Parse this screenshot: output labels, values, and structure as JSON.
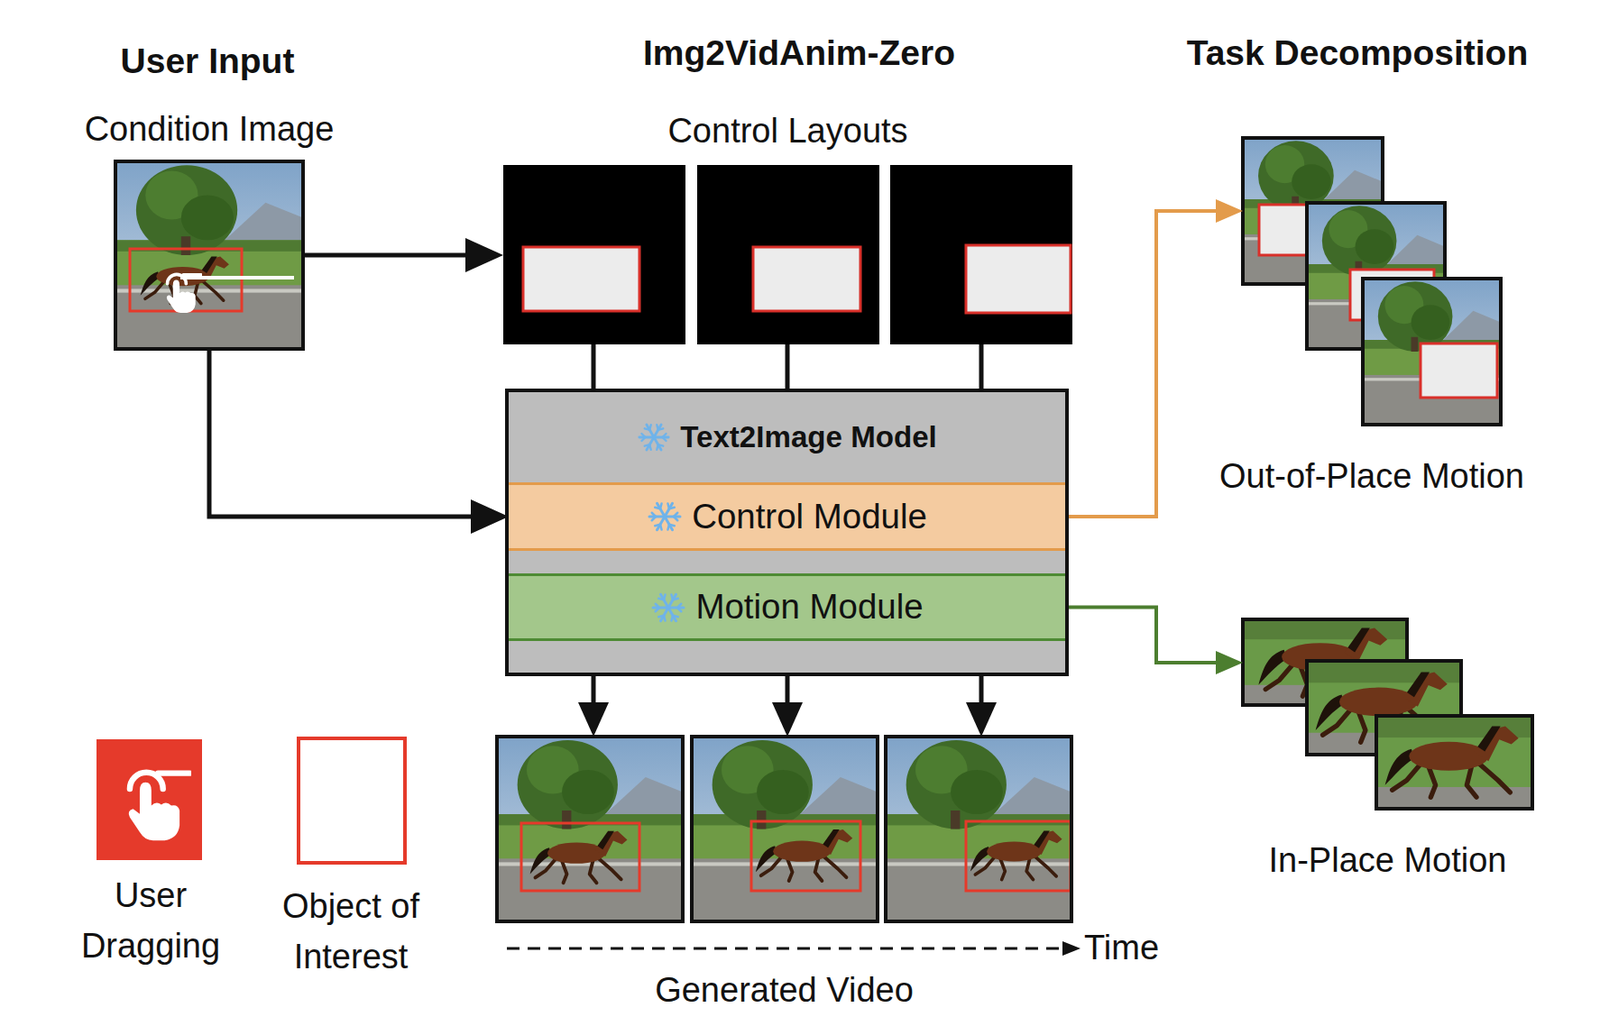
{
  "diagram": {
    "nodes": [
      {
        "text": [
          "Condition Image"
        ]
      },
      {
        "text": [
          "Control Layouts"
        ]
      },
      {
        "text": [
          "Text2Image Model"
        ]
      },
      {
        "text": [
          "Control Module"
        ],
        "in": 2
      },
      {
        "text": [
          "Motion Module"
        ],
        "in": 2
      },
      {
        "text": [
          "Generated Video"
        ]
      },
      {
        "text": [
          "Out-of-Place Motion"
        ]
      },
      {
        "text": [
          "In-Place Motion"
        ]
      }
    ],
    "edges": [
      {
        "from": 0,
        "to": 1,
        "arrow": "to"
      },
      {
        "from": 0,
        "to": 3,
        "arrow": "to"
      },
      {
        "from": 1,
        "to": 2,
        "arrow": "none"
      },
      {
        "from": 1,
        "to": 2,
        "arrow": "none"
      },
      {
        "from": 1,
        "to": 2,
        "arrow": "none"
      },
      {
        "from": 2,
        "to": 5,
        "arrow": "to"
      },
      {
        "from": 2,
        "to": 5,
        "arrow": "to"
      },
      {
        "from": 2,
        "to": 5,
        "arrow": "to"
      },
      {
        "from": 3,
        "to": 6,
        "arrow": "to"
      },
      {
        "from": 4,
        "to": 7,
        "arrow": "to"
      }
    ],
    "labels": [
      "User Input",
      "Img2VidAnim-Zero",
      "Task Decomposition",
      "Time"
    ],
    "legend": [
      {
        "text": "User Dragging"
      },
      {
        "text": "Object of Interest"
      }
    ]
  }
}
